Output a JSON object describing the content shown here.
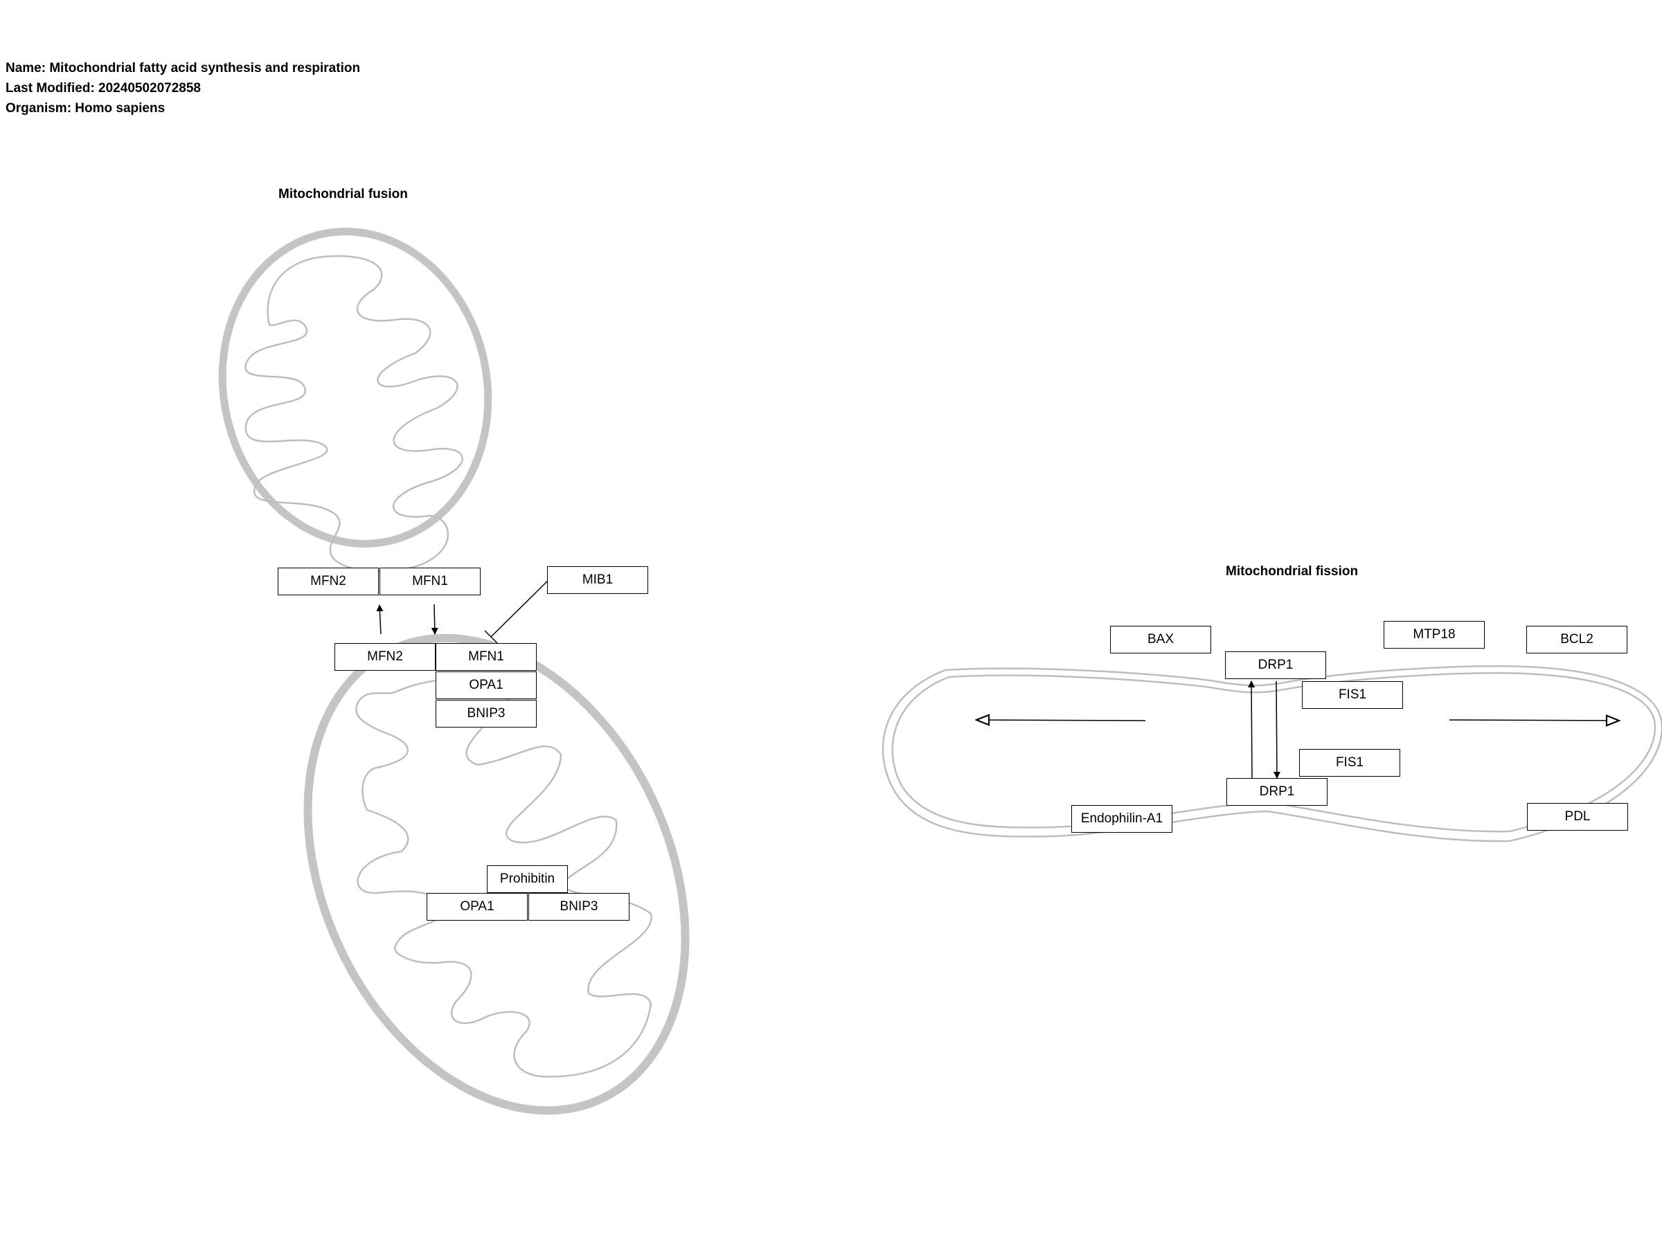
{
  "header": {
    "name": "Name: Mitochondrial fatty acid synthesis and respiration",
    "last_modified": "Last Modified: 20240502072858",
    "organism": "Organism: Homo sapiens"
  },
  "sections": {
    "fusion_title": "Mitochondrial fusion",
    "fission_title": "Mitochondrial fission"
  },
  "nodes": {
    "mfn2_top": "MFN2",
    "mfn1_top": "MFN1",
    "mib1": "MIB1",
    "mfn2_bottom": "MFN2",
    "mfn1_bottom": "MFN1",
    "opa1_outer": "OPA1",
    "bnip3_outer": "BNIP3",
    "prohibitin": "Prohibitin",
    "opa1_inner": "OPA1",
    "bnip3_inner": "BNIP3",
    "bax": "BAX",
    "mtp18": "MTP18",
    "bcl2": "BCL2",
    "drp1_top": "DRP1",
    "fis1_top": "FIS1",
    "fis1_bottom": "FIS1",
    "drp1_bottom": "DRP1",
    "endophilin": "Endophilin-A1",
    "pdl": "PDL"
  },
  "colors": {
    "membrane": "#c4c4c4",
    "inner_membrane": "#bdbdbd",
    "line": "#000000"
  }
}
